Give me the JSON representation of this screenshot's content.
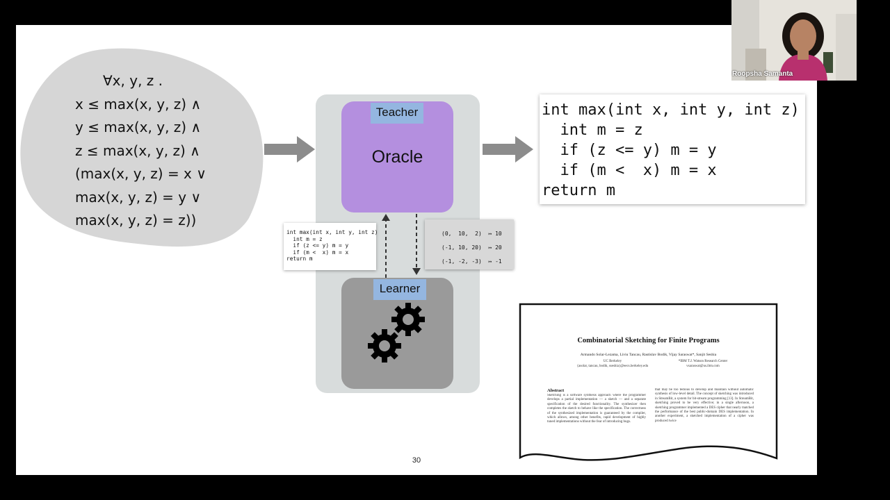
{
  "slide": {
    "formula": [
      "∀x, y, z .",
      "x ≤ max(x, y, z) ∧",
      "y ≤ max(x, y, z) ∧",
      "z ≤ max(x, y, z) ∧",
      "(max(x, y, z) = x ∨",
      "max(x, y, z) = y ∨",
      "max(x, y, z) = z))"
    ],
    "teacher_label": "Teacher",
    "oracle_label": "Oracle",
    "learner_label": "Learner",
    "candidate_code": [
      "int max(int x, int y, int z)",
      "  int m = z",
      "  if (z <= y) m = y",
      "  if (m <  x) m = x",
      "return m"
    ],
    "counterexamples": [
      "(0,  10,  2)  ↦ 10",
      "(-1, 10, 20)  ↦ 20",
      "(-1, -2, -3)  ↦ -1"
    ],
    "output_code": [
      "int max(int x, int y, int z)",
      "  int m = z",
      "  if (z <= y) m = y",
      "  if (m <  x) m = x",
      "return m"
    ],
    "paper": {
      "title": "Combinatorial Sketching for Finite Programs",
      "authors": "Armando Solar-Lezama, Liviu Tancau, Rastislav Bodik, Vijay Saraswat*, Sanjit Seshia",
      "affiliation_left": [
        "UC Berkeley",
        "{asolar, tancau, bodik, sseshia}@eecs.berkeley.edu"
      ],
      "affiliation_right": [
        "*IBM T.J. Watson Research Center",
        "vsaraswat@us.ibm.com"
      ],
      "abstract_heading": "Abstract",
      "abstract_col1": "Sketching is a software synthesis approach where the programmer develops a partial implementation — a sketch — and a separate specification of the desired functionality. The synthesizer then completes the sketch to behave like the specification. The correctness of the synthesized implementation is guaranteed by the compiler, which allows, among other benefits, rapid development of highly tuned implementations without the fear of introducing bugs.",
      "abstract_col2": "that may be too tedious to develop and maintain without automatic synthesis of low-level detail. The concept of sketching was introduced in StreamBit, a system for bit-stream programming [13]. In StreamBit, sketching proved to be very effective; in a single afternoon, a sketching programmer implemented a DES cipher that nearly matched the performance of the best public-domain DES implementation. In another experiment, a sketched implementation of a cipher was produced twice"
    },
    "page_number": "30"
  },
  "camera": {
    "participant_name": "Roopsha Samanta"
  },
  "colors": {
    "oracle": "#b48fdf",
    "tag": "#94b6e0",
    "learner": "#9a9a9a",
    "panel": "#d8dcdc",
    "blob": "#d6d6d6",
    "arrow": "#8c8c8c"
  }
}
